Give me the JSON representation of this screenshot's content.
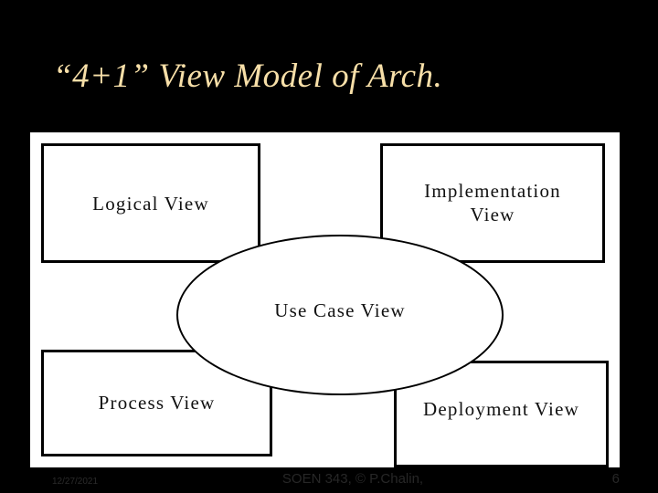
{
  "slide": {
    "title": "“4+1” View Model of Arch.",
    "title_color": "#F7DFA8",
    "background_color": "#000000"
  },
  "diagram": {
    "panel_background": "#FFFFFF",
    "stroke_color": "#000000",
    "nodes": [
      {
        "id": "logical",
        "label": "Logical View",
        "shape": "rectangle",
        "position": "top-left"
      },
      {
        "id": "implementation",
        "label": "Implementation\nView",
        "label_line1": "Implementation",
        "label_line2": "View",
        "shape": "rectangle",
        "position": "top-right"
      },
      {
        "id": "usecase",
        "label": "Use Case View",
        "shape": "ellipse",
        "position": "center"
      },
      {
        "id": "process",
        "label": "Process View",
        "shape": "rectangle",
        "position": "bottom-left"
      },
      {
        "id": "deployment",
        "label": "Deployment  View",
        "shape": "rectangle",
        "position": "bottom-right"
      }
    ]
  },
  "footer": {
    "date": "12/27/2021",
    "course": "SOEN 343, © P.Chalin,",
    "page_number": "6"
  }
}
